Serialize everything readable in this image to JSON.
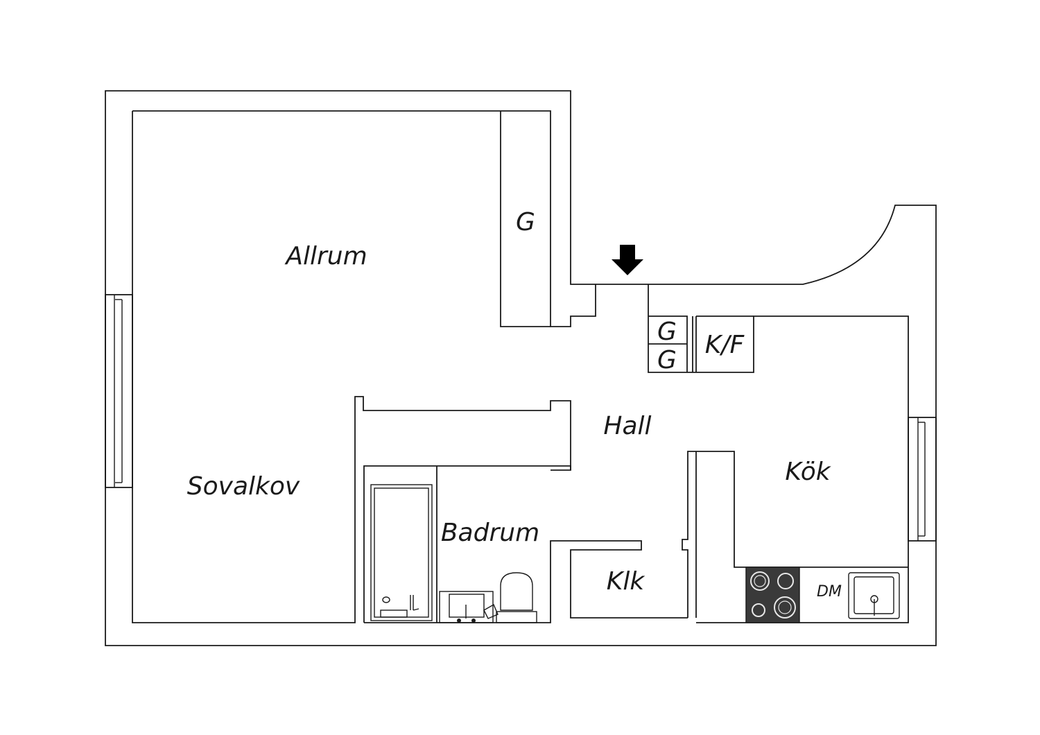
{
  "rooms": {
    "allrum": "Allrum",
    "sovalkov": "Sovalkov",
    "hall": "Hall",
    "badrum": "Badrum",
    "klk": "Klk",
    "kok": "Kök"
  },
  "storage": {
    "g_allrum": "G",
    "g_hall_top": "G",
    "g_hall_bottom": "G",
    "kf": "K/F"
  },
  "appliances": {
    "dm": "DM"
  },
  "colors": {
    "line": "#1a1a1a",
    "stove": "#3a3a3a",
    "background": "#ffffff"
  },
  "icons": {
    "entrance": "down-arrow-icon"
  }
}
